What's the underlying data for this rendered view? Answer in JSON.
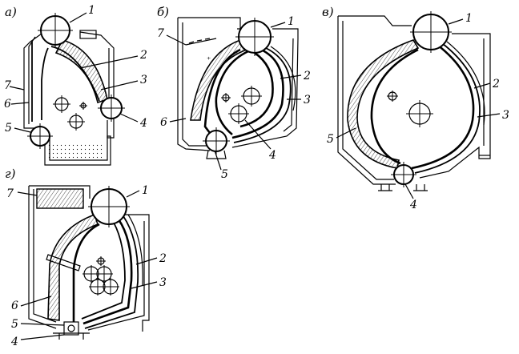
{
  "diagrams": {
    "a": {
      "section_label": "а)",
      "labels": [
        "1",
        "2",
        "3",
        "4",
        "5",
        "6",
        "7"
      ]
    },
    "b": {
      "section_label": "б)",
      "labels": [
        "1",
        "2",
        "3",
        "4",
        "5",
        "6",
        "7"
      ]
    },
    "v": {
      "section_label": "в)",
      "labels": [
        "1",
        "2",
        "3",
        "4",
        "5"
      ]
    },
    "g": {
      "section_label": "г)",
      "labels": [
        "1",
        "2",
        "3",
        "4",
        "5",
        "6",
        "7"
      ]
    }
  }
}
